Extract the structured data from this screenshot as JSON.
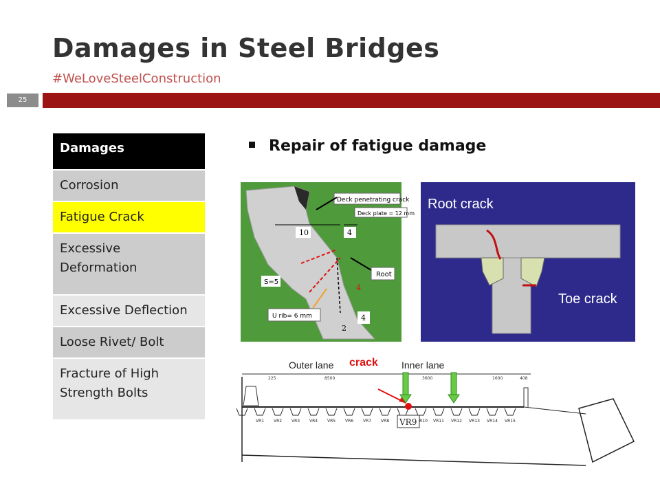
{
  "slide": {
    "title": "Damages in Steel Bridges",
    "subtitle": "#WeLoveSteelConstruction",
    "number": "25"
  },
  "table": {
    "header": "Damages",
    "rows": [
      {
        "label": "Corrosion"
      },
      {
        "label": "Fatigue Crack"
      },
      {
        "label": "Excessive Deformation"
      },
      {
        "label": "Excessive Deflection"
      },
      {
        "label": "Loose Rivet/ Bolt"
      },
      {
        "label": "Fracture of High Strength Bolts"
      }
    ]
  },
  "bullet": "Repair of fatigue damage",
  "photo1": {
    "deck_crack": "Deck penetrating crack",
    "deck_plate": "Deck plate = 12 mm",
    "root": "Root",
    "u_rib": "U rib= 6 mm",
    "s": "S=5",
    "dim_10": "10",
    "dim_4a": "4",
    "dim_4b": "4",
    "dim_4c": "4",
    "dim_2": "2"
  },
  "photo2": {
    "root_crack": "Root crack",
    "toe_crack": "Toe crack"
  },
  "section": {
    "outer_lane": "Outer lane",
    "inner_lane": "Inner lane",
    "crack": "crack",
    "vr9": "VR9",
    "dims": [
      "225",
      "8500",
      "3600",
      "1600",
      "408"
    ],
    "ribs": [
      "VR1",
      "VR2",
      "VR3",
      "VR4",
      "VR5",
      "VR6",
      "VR7",
      "VR8",
      "VR10",
      "VR11",
      "VR12",
      "VR13",
      "VR14",
      "VR15"
    ]
  },
  "colors": {
    "accent_red": "#9c1414",
    "subtitle": "#c0504d",
    "highlight": "#ffff00",
    "photo2_bg": "#2e2a8c"
  }
}
